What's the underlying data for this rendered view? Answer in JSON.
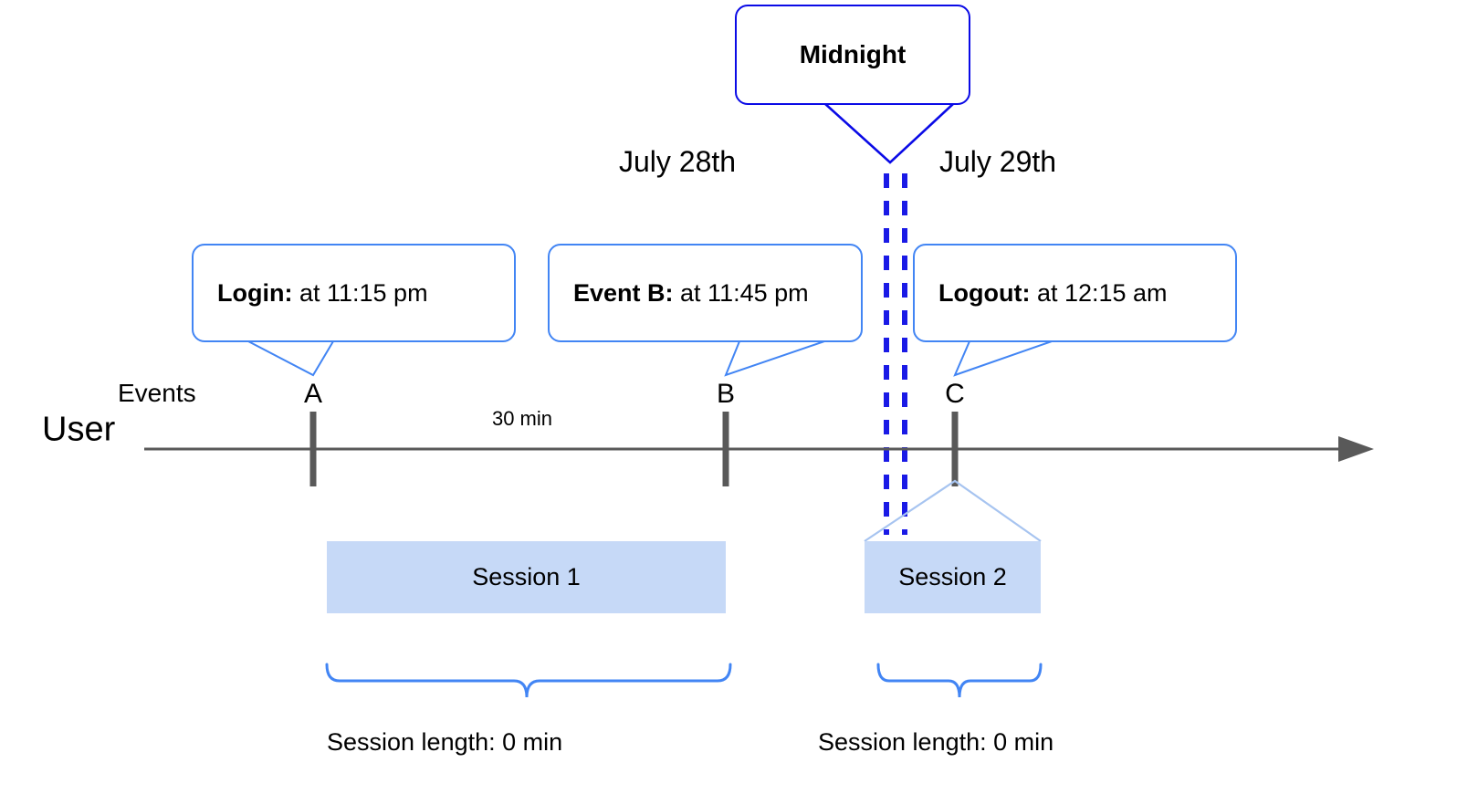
{
  "diagram": {
    "title_callout": {
      "label": "Midnight"
    },
    "axis": {
      "row_label": "User",
      "events_label": "Events",
      "arrow_color": "#595959",
      "line_color": "#595959"
    },
    "dates": [
      {
        "label": "July 28th"
      },
      {
        "label": "July 29th"
      }
    ],
    "events": [
      {
        "letter": "A",
        "callout_bold": "Login:",
        "callout_rest": " at 11:15 pm"
      },
      {
        "letter": "B",
        "callout_bold": "Event B:",
        "callout_rest": " at 11:45 pm"
      },
      {
        "letter": "C",
        "callout_bold": "Logout:",
        "callout_rest": " at 12:15 am"
      }
    ],
    "gap_label": "30 min",
    "sessions": [
      {
        "name": "Session 1",
        "length_label": "Session length: 0 min"
      },
      {
        "name": "Session 2",
        "length_label": "Session length: 0 min"
      }
    ],
    "colors": {
      "callout_border": "#4285F4",
      "midnight_border": "#0A0AE6",
      "midnight_dashes": "#1A1AE6",
      "session_fill": "#C6D9F7",
      "brace": "#4285F4",
      "axis": "#595959",
      "tick": "#595959"
    }
  }
}
